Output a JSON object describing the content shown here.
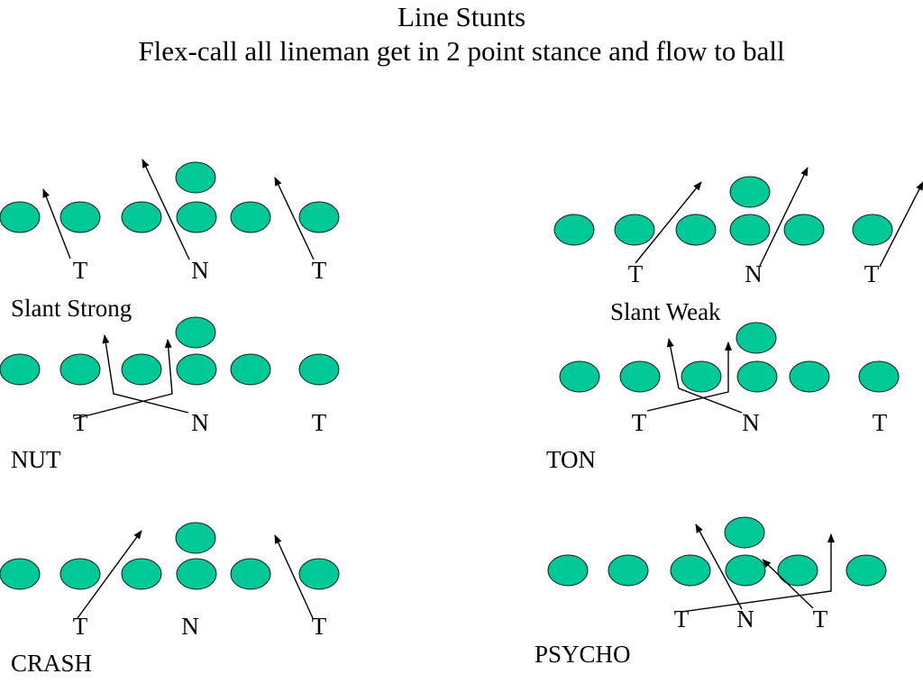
{
  "title": {
    "line1": "Line Stunts",
    "line2": "Flex-call all lineman get in 2 point stance and flow to ball"
  },
  "colors": {
    "player_fill": "#00C896",
    "player_stroke": "#1a1a1a",
    "line": "#000000"
  },
  "formations": [
    {
      "id": "slant-strong",
      "name": "Slant Strong",
      "positions": [
        "T",
        "N",
        "T"
      ]
    },
    {
      "id": "slant-weak",
      "name": "Slant Weak",
      "positions": [
        "T",
        "N",
        "T"
      ]
    },
    {
      "id": "nut",
      "name": "NUT",
      "positions": [
        "T",
        "N",
        "T"
      ]
    },
    {
      "id": "ton",
      "name": "TON",
      "positions": [
        "T",
        "N",
        "T"
      ]
    },
    {
      "id": "crash",
      "name": "CRASH",
      "positions": [
        "T",
        "N",
        "T"
      ]
    },
    {
      "id": "psycho",
      "name": "PSYCHO",
      "positions": [
        "T",
        "N",
        "T"
      ]
    }
  ]
}
